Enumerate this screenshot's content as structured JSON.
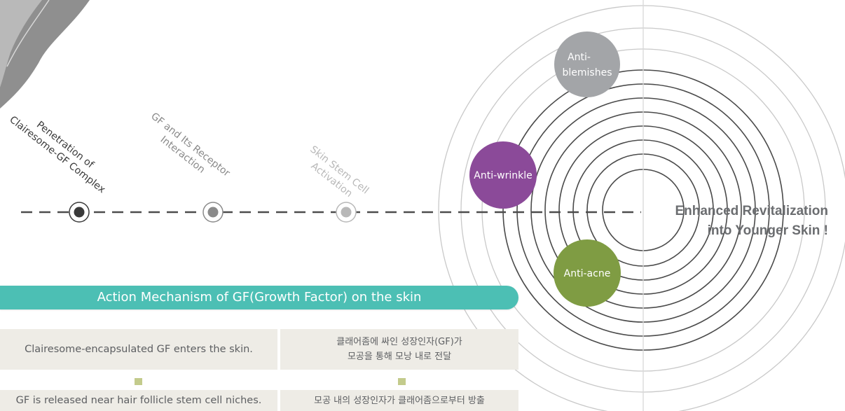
{
  "timeline": {
    "steps": [
      {
        "lines": [
          "Penetration of",
          "Clairesome-GF Complex"
        ],
        "color": "#3a3a3a"
      },
      {
        "lines": [
          "GF and Its Receptor",
          "Interaction"
        ],
        "color": "#8a8a8a"
      },
      {
        "lines": [
          "Skin Stem Cell",
          "Activation"
        ],
        "color": "#b8b8b8"
      }
    ],
    "result": {
      "lines": [
        "Enhanced Revitalization",
        "into Younger Skin !"
      ]
    }
  },
  "effects": [
    {
      "label_lines": [
        "Anti-",
        "blemishes"
      ],
      "color": "#a3a5a8"
    },
    {
      "label_lines": [
        "Anti-wrinkle"
      ],
      "color": "#8b4a99"
    },
    {
      "label_lines": [
        "Anti-acne"
      ],
      "color": "#7f9c43"
    }
  ],
  "banner": {
    "title": "Action Mechanism of GF(Growth Factor) on the skin",
    "color": "#4cbfb4"
  },
  "mechanism": {
    "english": [
      "Clairesome-encapsulated GF enters the skin.",
      "GF is released near hair follicle stem cell niches."
    ],
    "korean": [
      [
        "클래어좀에 싸인 성장인자(GF)가",
        "모공을 통해 모낭 내로 전달"
      ],
      [
        "모공 내의 성장인자가 클래어좀으로부터 방출"
      ]
    ]
  },
  "colors": {
    "box_bg": "#eeece6",
    "marker": "#c3cb8c",
    "ring": "#4a4a4a"
  }
}
